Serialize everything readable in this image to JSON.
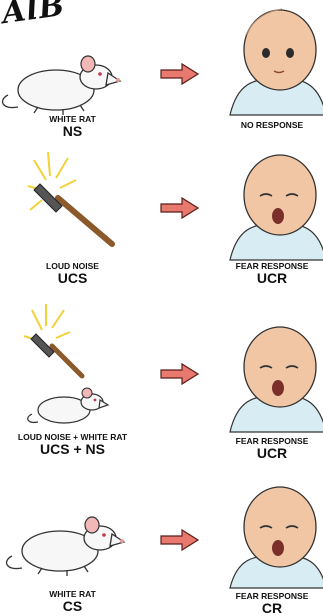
{
  "title_text": "AlB",
  "rows": [
    {
      "stimulus_desc": "WHITE RAT",
      "stimulus_code": "NS",
      "response_desc": "NO RESPONSE",
      "response_code": ""
    },
    {
      "stimulus_desc": "LOUD NOISE",
      "stimulus_code": "UCS",
      "response_desc": "FEAR RESPONSE",
      "response_code": "UCR"
    },
    {
      "stimulus_desc": "LOUD NOISE + WHITE RAT",
      "stimulus_code": "UCS + NS",
      "response_desc": "FEAR RESPONSE",
      "response_code": "UCR"
    },
    {
      "stimulus_desc": "WHITE RAT",
      "stimulus_code": "CS",
      "response_desc": "FEAR RESPONSE",
      "response_code": "CR"
    }
  ],
  "colors": {
    "arrow_fill": "#e8796f",
    "arrow_stroke": "#5a1f1a",
    "baby_skin": "#f1c6a4",
    "blanket": "#d8ecf4",
    "rat_body": "#f7f7f7",
    "rat_ear": "#f2b7b7",
    "hammer_handle": "#8b5a2b",
    "hammer_head": "#555555",
    "burst": "#f3d13a"
  }
}
